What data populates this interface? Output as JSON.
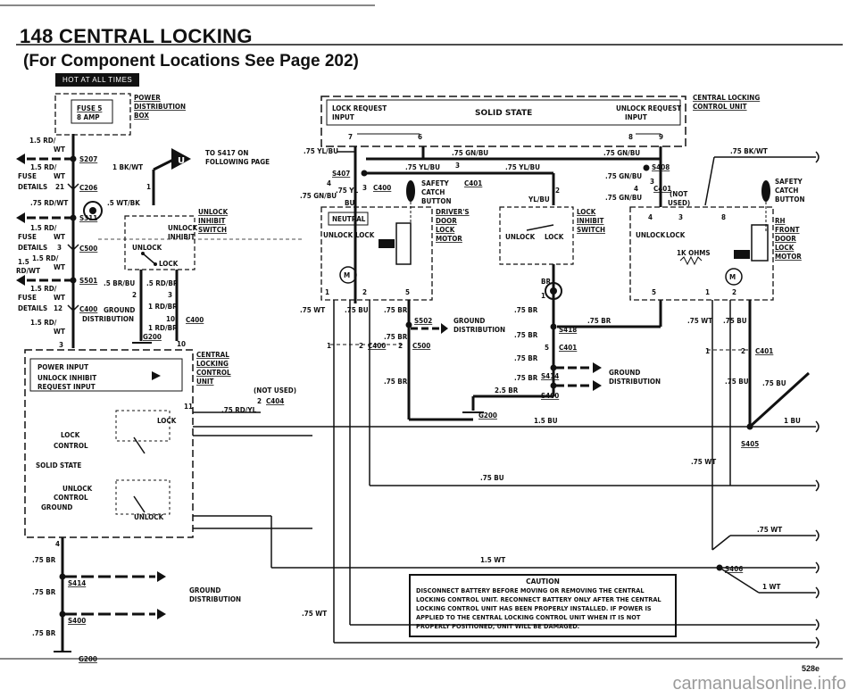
{
  "page": {
    "title": "148 CENTRAL LOCKING",
    "subtitle": "(For Component Locations See Page 202)",
    "hot_label": "HOT AT ALL TIMES",
    "page_code": "528e",
    "watermark": "carmanualsonline.info"
  },
  "left": {
    "fuse_box": "FUSE 5",
    "fuse_amp": "8 AMP",
    "power_dist": "POWER",
    "power_dist2": "DISTRIBUTION",
    "power_dist3": "BOX",
    "w_15rd_a": "1.5 RD/",
    "w_wt_a": "WT",
    "s207": "S207",
    "w_15rd_b": "1.5 RD/",
    "fuse_a": "FUSE",
    "wt_b": "WT",
    "details_a": "DETAILS",
    "n21": "21",
    "c206": "C206",
    "w_75rdwt": ".75 RD/WT",
    "s311": "S311",
    "w_15rd_c": "1.5 RD/",
    "fuse_b": "FUSE",
    "wt_c": "WT",
    "details_b": "DETAILS",
    "n3": "3",
    "c500": "C500",
    "w_15rd_d": "1.5 RD/",
    "w_15": "1.5",
    "w_rdwt": "RD/WT",
    "wt_d": "WT",
    "s501": "S501",
    "w_15rd_e": "1.5 RD/",
    "fuse_c": "FUSE",
    "wt_e": "WT",
    "details_c": "DETAILS",
    "n12": "12",
    "c400": "C400",
    "w_15rd_f": "1.5 RD/",
    "wt_f": "WT",
    "to_s417": "TO S417 ON",
    "following": "FOLLOWING PAGE",
    "u_badge": "U",
    "bkwt1": "1 BK/WT",
    "wtbk": ".5 WT/BK",
    "unlock_inhibit": "UNLOCK",
    "inhibit": "INHIBIT",
    "switch": "SWITCH",
    "unlock_sw": "UNLOCK",
    "inhibit_sw": "INHIBIT",
    "unlock_lbl": "UNLOCK",
    "lock_lbl": "LOCK",
    "brbu": ".5 BR/BU",
    "rdbr": ".5 RD/BR",
    "rdbr1": "1 RD/BR",
    "ground_dist": "GROUND",
    "ground_dist2": "DISTRIBUTION",
    "n10": "10",
    "c400b": "C400",
    "rdbr1b": "1 RD/BR",
    "g200": "G200",
    "n10b": "10",
    "central": "CENTRAL",
    "locking": "LOCKING",
    "control": "CONTROL",
    "unit": "UNIT",
    "power_input": "POWER INPUT",
    "unlock_inhibit_req": "UNLOCK INHIBIT",
    "request_input": "REQUEST INPUT",
    "lock_control": "LOCK",
    "lock_control2": "CONTROL",
    "solid_state": "SOLID STATE",
    "unlock_control": "UNLOCK",
    "unlock_control2": "CONTROL",
    "ground": "GROUND",
    "lock_small": "LOCK",
    "unlock_small": "UNLOCK",
    "n11": "11",
    "not_used": "(NOT USED)",
    "c404": "C404",
    "n2": "2",
    "w_75rdyl": ".75 RD/YL",
    "n4": "4",
    "w_75br": ".75 BR",
    "s414": "S414",
    "w_75br_b": ".75 BR",
    "s400": "S400",
    "w_75br_c": ".75 BR",
    "g200b": "G200",
    "ground2": "GROUND",
    "distribution2": "DISTRIBUTION"
  },
  "center": {
    "lock_request": "LOCK REQUEST",
    "input": "INPUT",
    "solid_state": "SOLID STATE",
    "unlock_request": "UNLOCK REQUEST",
    "input2": "INPUT",
    "n7": "7",
    "n6": "6",
    "n8": "8",
    "n9": "9",
    "w75ylbu": ".75 YL/BU",
    "w75gnbu": ".75 GN/BU",
    "w75gnbu2": ".75 GN/BU",
    "s407": "S407",
    "w75ylbu2": ".75 YL/BU",
    "n3": "3",
    "w75ylbu3": ".75 YL/BU",
    "c401": "C401",
    "w75gnbu3": ".75 GN/BU",
    "w75yl": ".75 YL",
    "bu": "BU",
    "c400": "C400",
    "safety": "SAFETY",
    "catch": "CATCH",
    "button": "BUTTON",
    "neutral": "NEUTRAL",
    "drivers": "DRIVER'S",
    "door": "DOOR",
    "lock": "LOCK",
    "motor": "MOTOR",
    "unlock": "UNLOCK",
    "lock2": "LOCK",
    "ylbu": "YL/BU",
    "n2": "2",
    "lock_inhibit": "LOCK",
    "inhibit": "INHIBIT",
    "switch": "SWITCH",
    "unlock3": "UNLOCK",
    "lock3": "LOCK",
    "s408": "S408",
    "w75gnbu4": ".75 GN/BU",
    "w75gnbu5": ".75 GN/BU",
    "c401b": "C401",
    "not": "(NOT",
    "used": "USED)",
    "w75wt": ".75 WT",
    "w75bu": ".75 BU",
    "w75br": ".75 BR",
    "s502": "S502",
    "ground": "GROUND",
    "distribution": "DISTRIBUTION",
    "w75br2": ".75 BR",
    "c400b": "C400",
    "c500": "C500",
    "n2b": "2",
    "n1": "1",
    "w75br3": ".75 BR",
    "br": "BR",
    "w75br4": ".75 BR",
    "s418": "S418",
    "w75br5": ".75 BR",
    "c401c": "C401",
    "n5": "5",
    "w75br6": ".75 BR",
    "w75br7": ".75 BR",
    "s414": "S414",
    "w25br": "2.5 BR",
    "s400": "S400",
    "ground2": "GROUND",
    "distribution2": "DISTRIBUTION",
    "g200": "G200",
    "w15bu": "1.5 BU",
    "w75bu2": ".75 BU",
    "w15wt": "1.5 WT",
    "w75wt2": ".75 WT",
    "w75br8": ".75 BR"
  },
  "right": {
    "central_locking": "CENTRAL LOCKING",
    "control_unit": "CONTROL UNIT",
    "w75bkwt": ".75 BK/WT",
    "safety": "SAFETY",
    "catch": "CATCH",
    "button": "BUTTON",
    "rh": "RH",
    "front": "FRONT",
    "door": "DOOR",
    "lock": "LOCK",
    "motor": "MOTOR",
    "unlock": "UNLOCK",
    "lock2": "LOCK",
    "ohms": "1K OHMS",
    "w75wt": ".75 WT",
    "w75bu": ".75 BU",
    "c401": "C401",
    "n2": "2",
    "n1": "1",
    "w75bu2": ".75 BU",
    "w75bu3": ".75 BU",
    "w1bu": "1 BU",
    "s405": "S405",
    "w75wt2": ".75 WT",
    "w75wt3": ".75 WT",
    "s406": "S406",
    "w1wt": "1 WT"
  },
  "caution": {
    "title": "CAUTION",
    "body": "DISCONNECT BATTERY BEFORE MOVING OR REMOVING THE CENTRAL LOCKING CONTROL UNIT. RECONNECT BATTERY ONLY AFTER THE CENTRAL LOCKING CONTROL UNIT HAS BEEN PROPERLY INSTALLED. IF POWER IS APPLIED TO THE CENTRAL LOCKING CONTROL UNIT WHEN IT IS NOT PROPERLY POSITIONED, UNIT WILL BE DAMAGED."
  }
}
